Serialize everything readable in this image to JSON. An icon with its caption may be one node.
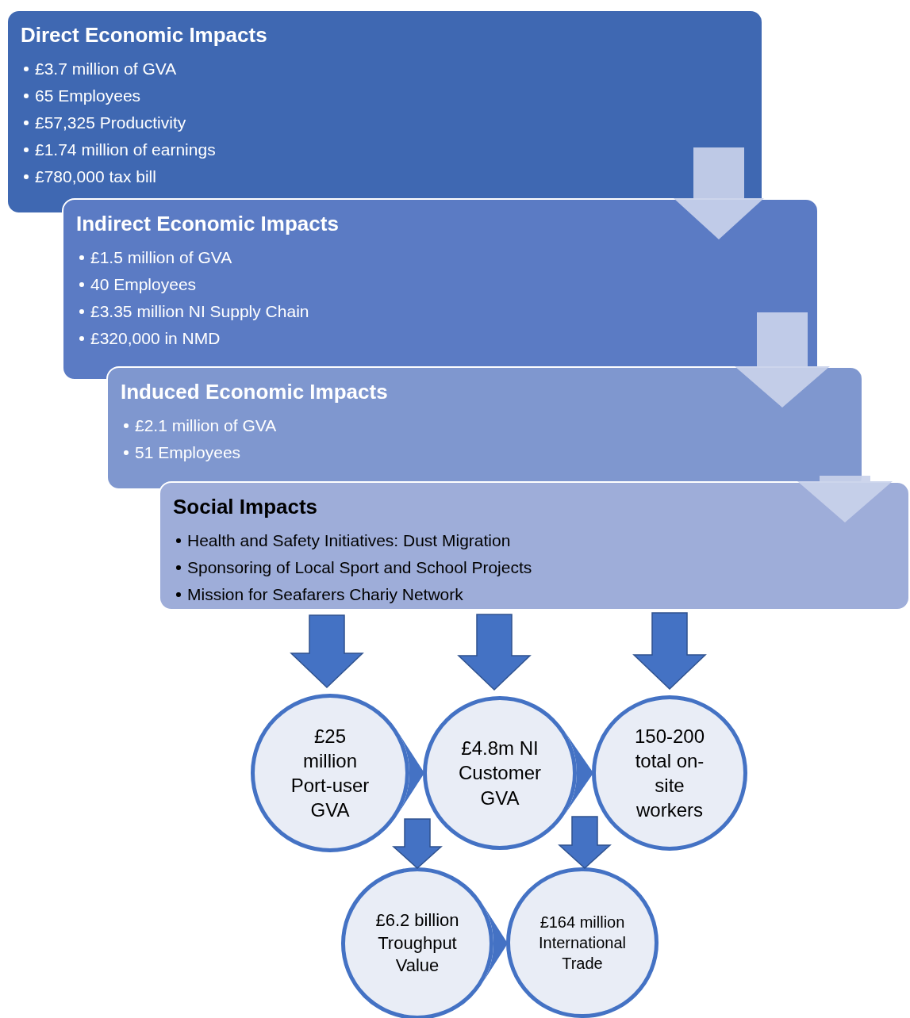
{
  "diagram": {
    "nodes": [
      {
        "text": [
          "Direct Economic Impacts",
          "£3.7 million of GVA",
          "65 Employees",
          "£57,325 Productivity",
          "£1.74 million of earnings",
          "£780,000 tax bill"
        ]
      },
      {
        "text": [
          "Indirect Economic Impacts",
          "£1.5 million of GVA",
          "40 Employees",
          "£3.35 million NI Supply Chain",
          "£320,000 in NMD"
        ]
      },
      {
        "text": [
          "Induced Economic Impacts",
          "£2.1 million of GVA",
          "51 Employees"
        ]
      },
      {
        "text": [
          "Social Impacts",
          "Health and Safety Initiatives: Dust Migration",
          "Sponsoring of Local Sport and School Projects",
          "Mission for Seafarers Chariy Network"
        ]
      },
      {
        "text": [
          "£25 million Port-user GVA"
        ]
      },
      {
        "text": [
          "£4.8m NI Customer GVA"
        ]
      },
      {
        "text": [
          "150-200 total on-site workers"
        ]
      },
      {
        "text": [
          "£6.2 billion Troughput Value"
        ]
      },
      {
        "text": [
          "£164 million International Trade"
        ]
      }
    ],
    "edges": [
      {
        "from": 0,
        "to": 1,
        "arrow": "to",
        "color": "#c9d1ea"
      },
      {
        "from": 1,
        "to": 2,
        "arrow": "to",
        "color": "#c9d1ea"
      },
      {
        "from": 2,
        "to": 3,
        "arrow": "to",
        "color": "#c9d1ea"
      },
      {
        "from": 3,
        "to": 4,
        "arrow": "to"
      },
      {
        "from": 3,
        "to": 5,
        "arrow": "to"
      },
      {
        "from": 3,
        "to": 6,
        "arrow": "to"
      },
      {
        "from": 4,
        "to": 5,
        "arrow": "to"
      },
      {
        "from": 5,
        "to": 6,
        "arrow": "to"
      },
      {
        "from": 4,
        "to": 7,
        "arrow": "to"
      },
      {
        "from": 5,
        "to": 8,
        "arrow": "to"
      },
      {
        "from": 7,
        "to": 8,
        "arrow": "to"
      }
    ]
  }
}
